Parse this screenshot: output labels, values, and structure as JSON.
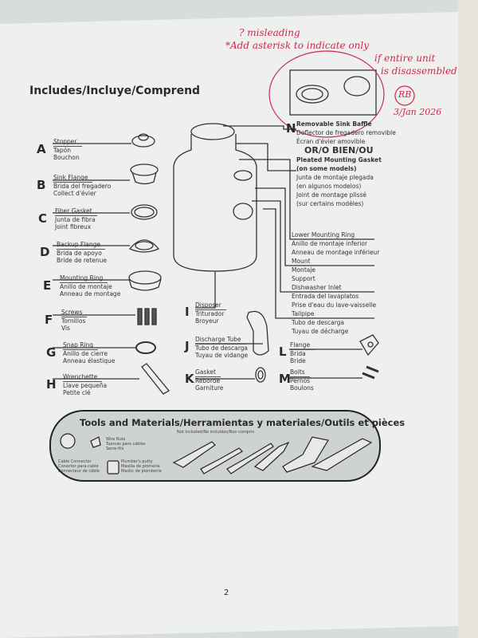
{
  "title": "Includes/Incluye/Comprend",
  "left_items": [
    {
      "letter": "A",
      "en": "Stopper",
      "es": "Tapón",
      "fr": "Bouchon"
    },
    {
      "letter": "B",
      "en": "Sink Flange",
      "es": "Brida del fregadero",
      "fr": "Collect d'évier"
    },
    {
      "letter": "C",
      "en": "Fiber Gasket",
      "es": "Junta de fibra",
      "fr": "Joint fibreux"
    },
    {
      "letter": "D",
      "en": "Backup Flange",
      "es": "Brida de apoyo",
      "fr": "Bride de retenue"
    },
    {
      "letter": "E",
      "en": "Mounting Ring",
      "es": "Anillo de montaje",
      "fr": "Anneau de montage"
    },
    {
      "letter": "F",
      "en": "Screws",
      "es": "Tornillos",
      "fr": "Vis"
    },
    {
      "letter": "G",
      "en": "Snap Ring",
      "es": "Anillo de cierre",
      "fr": "Anneau élastique"
    },
    {
      "letter": "H",
      "en": "Wrenchette",
      "es": "Llave pequeña",
      "fr": "Petite clé"
    }
  ],
  "n_item": {
    "letter": "N",
    "lines": [
      "Removable Sink Baffle",
      "Deflector de fregadero removible",
      "Écran d'évier amovible"
    ],
    "or": "OR/O BIEN/OU",
    "alt": [
      "Pleated Mounting Gasket",
      "(on some models)",
      "Junta de montaje plegada",
      "(en algunos modelos)",
      "Joint de montage plissé",
      "(sur certains modèles)"
    ]
  },
  "right_labels": [
    "Lower Mounting Ring",
    "Anillo de montaje inferior",
    "Anneau de montage inférieur",
    "Mount",
    "Montaje",
    "Support",
    "Dishwasher Inlet",
    "Entrada del lavaplatos",
    "Prise d'eau du lave-vaisselle",
    "Tailpipe",
    "Tubo de descarga",
    "Tuyau de décharge"
  ],
  "mid_items": [
    {
      "letter": "I",
      "en": "Disposer",
      "es": "Triturador",
      "fr": "Broyeur"
    },
    {
      "letter": "J",
      "en": "Discharge Tube",
      "es": "Tubo de descarga",
      "fr": "Tuyau de vidange"
    },
    {
      "letter": "K",
      "en": "Gasket",
      "es": "Reborde",
      "fr": "Garniture"
    },
    {
      "letter": "L",
      "en": "Flange",
      "es": "Brida",
      "fr": "Bride"
    },
    {
      "letter": "M",
      "en": "Bolts",
      "es": "Pernos",
      "fr": "Boulons"
    }
  ],
  "tools": {
    "title": "Tools and Materials/Herramientas y materiales/Outils et pièces",
    "subtitle": "Not Included/No incluidos/Non compris",
    "wire_nuts": [
      "Wire Nuts",
      "Tuercas para cables",
      "Serre-fils"
    ],
    "cable_connector": [
      "Cable Connector",
      "Conector para cable",
      "Connecteur de câble"
    ],
    "putty": [
      "Plumber's putty",
      "Masilla de plomería",
      "Mastic de plomberie"
    ]
  },
  "handwriting": {
    "line1": "? misleading",
    "line2": "*Add asterisk to indicate only",
    "line3": "if entire unit",
    "line4": "is disassembled",
    "initials": "RB",
    "date": "3/Jan 2026"
  },
  "page_number": "2",
  "colors": {
    "ink": "#d0284a",
    "paper": "#eef0f0"
  }
}
